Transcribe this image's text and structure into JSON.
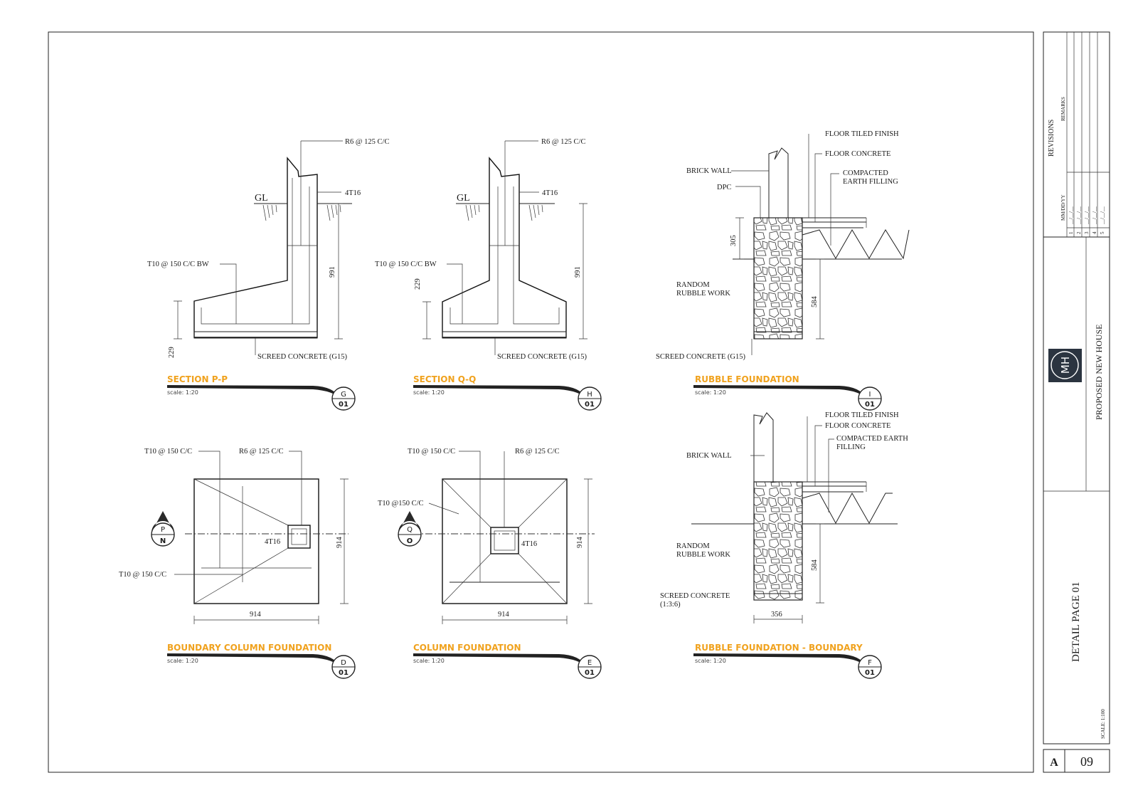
{
  "drawings": {
    "section_pp": {
      "title": "SECTION P-P",
      "scale": "scale: 1:20",
      "bubble_letter": "G",
      "bubble_sheet": "01",
      "labels": {
        "r6": "R6 @ 125 C/C",
        "t16": "4T16",
        "gl": "GL",
        "t10": "T10 @ 150 C/C BW",
        "dim_991": "991",
        "dim_229": "229",
        "screed": "SCREED CONCRETE (G15)"
      }
    },
    "section_qq": {
      "title": "SECTION Q-Q",
      "scale": "scale: 1:20",
      "bubble_letter": "H",
      "bubble_sheet": "01",
      "labels": {
        "r6": "R6 @ 125 C/C",
        "t16": "4T16",
        "gl": "GL",
        "t10": "T10 @ 150 C/C BW",
        "dim_991": "991",
        "dim_229": "229",
        "screed": "SCREED CONCRETE (G15)"
      }
    },
    "rubble_foundation": {
      "title": "RUBBLE FOUNDATION",
      "scale": "scale: 1:20",
      "bubble_letter": "I",
      "bubble_sheet": "01",
      "labels": {
        "floor_tiled": "FLOOR TILED FINISH",
        "floor_concrete": "FLOOR CONCRETE",
        "compacted_1": "COMPACTED",
        "compacted_2": "EARTH FILLING",
        "brick_wall": "BRICK WALL",
        "dpc": "DPC",
        "dim_305": "305",
        "random_1": "RANDOM",
        "random_2": "RUBBLE WORK",
        "dim_584": "584",
        "screed": "SCREED CONCRETE (G15)"
      }
    },
    "boundary_column_foundation": {
      "title": "BOUNDARY COLUMN FOUNDATION",
      "scale": "scale: 1:20",
      "bubble_letter": "D",
      "bubble_sheet": "01",
      "marker_top": "P",
      "marker_bottom": "N",
      "labels": {
        "t10_top": "T10 @ 150 C/C",
        "r6": "R6 @ 125 C/C",
        "t16": "4T16",
        "t10_left": "T10 @ 150 C/C",
        "dim_914_v": "914",
        "dim_914_h": "914"
      }
    },
    "column_foundation": {
      "title": "COLUMN FOUNDATION",
      "scale": "scale: 1:20",
      "bubble_letter": "E",
      "bubble_sheet": "01",
      "marker_top": "Q",
      "marker_bottom": "O",
      "labels": {
        "t10_top": "T10 @ 150 C/C",
        "r6": "R6 @ 125 C/C",
        "t10_mid": "T10 @150 C/C",
        "t16": "4T16",
        "dim_914_v": "914",
        "dim_914_h": "914"
      }
    },
    "rubble_foundation_boundary": {
      "title": "RUBBLE FOUNDATION - BOUNDARY",
      "scale": "scale: 1:20",
      "bubble_letter": "F",
      "bubble_sheet": "01",
      "labels": {
        "floor_tiled": "FLOOR TILED FINISH",
        "floor_concrete": "FLOOR CONCRETE",
        "compacted_1": "COMPACTED EARTH",
        "compacted_2": "FILLING",
        "brick_wall": "BRICK WALL",
        "random_1": "RANDOM",
        "random_2": "RUBBLE WORK",
        "dim_584": "584",
        "screed_1": "SCREED CONCRETE",
        "screed_2": "(1:3:6)",
        "dim_356": "356"
      }
    }
  },
  "title_block": {
    "revisions_label": "REVISIONS",
    "remarks_label": "REMARKS",
    "date_label": "MM/DD/YY",
    "revision_rows": [
      "1",
      "2",
      "3",
      "4",
      "5"
    ],
    "revision_date_blank": "__/__/__",
    "logo_text": "MH",
    "project_name": "PROPOSED NEW HOUSE",
    "sheet_title": "DETAIL PAGE 01",
    "scale": "SCALE: 1:100",
    "sheet_letter": "A",
    "sheet_number": "09"
  },
  "colors": {
    "title_accent": "#f0a21e",
    "ink": "#1a1a1a",
    "logo_bg": "#2b3440"
  }
}
